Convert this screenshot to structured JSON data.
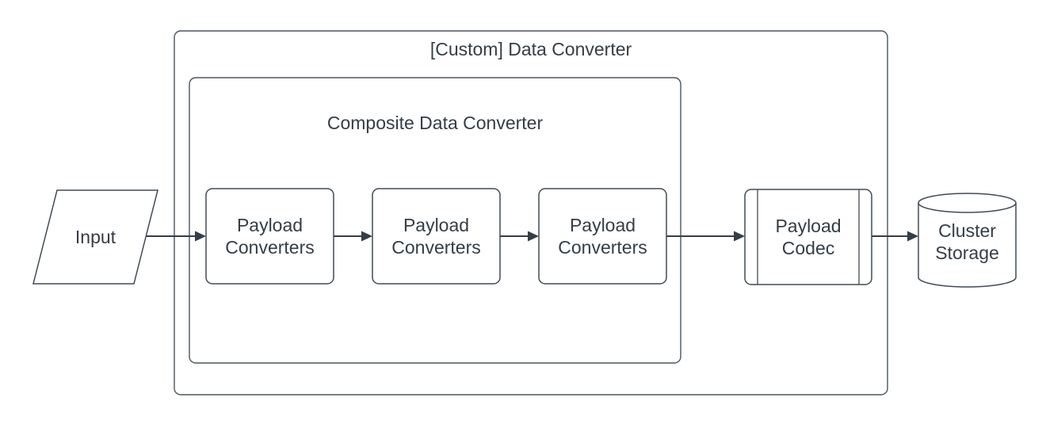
{
  "diagram": {
    "type": "flowchart",
    "outer_group": {
      "label": "[Custom] Data Converter"
    },
    "inner_group": {
      "label": "Composite Data Converter"
    },
    "nodes": {
      "input": {
        "label": "Input",
        "shape": "parallelogram"
      },
      "payload_converter_1": {
        "label": "Payload Converters",
        "shape": "rounded-rectangle"
      },
      "payload_converter_2": {
        "label": "Payload Converters",
        "shape": "rounded-rectangle"
      },
      "payload_converter_3": {
        "label": "Payload Converters",
        "shape": "rounded-rectangle"
      },
      "payload_codec": {
        "label": "Payload Codec",
        "shape": "predefined-process"
      },
      "cluster_storage": {
        "label": "Cluster Storage",
        "shape": "cylinder"
      }
    },
    "edges": [
      {
        "from": "input",
        "to": "payload_converter_1"
      },
      {
        "from": "payload_converter_1",
        "to": "payload_converter_2"
      },
      {
        "from": "payload_converter_2",
        "to": "payload_converter_3"
      },
      {
        "from": "payload_converter_3",
        "to": "payload_codec"
      },
      {
        "from": "payload_codec",
        "to": "cluster_storage"
      }
    ],
    "colors": {
      "background": "#ffffff",
      "shape_stroke": "#404b57",
      "container_stroke": "#4a5560",
      "arrow": "#333e48",
      "text": "#333e48"
    }
  }
}
